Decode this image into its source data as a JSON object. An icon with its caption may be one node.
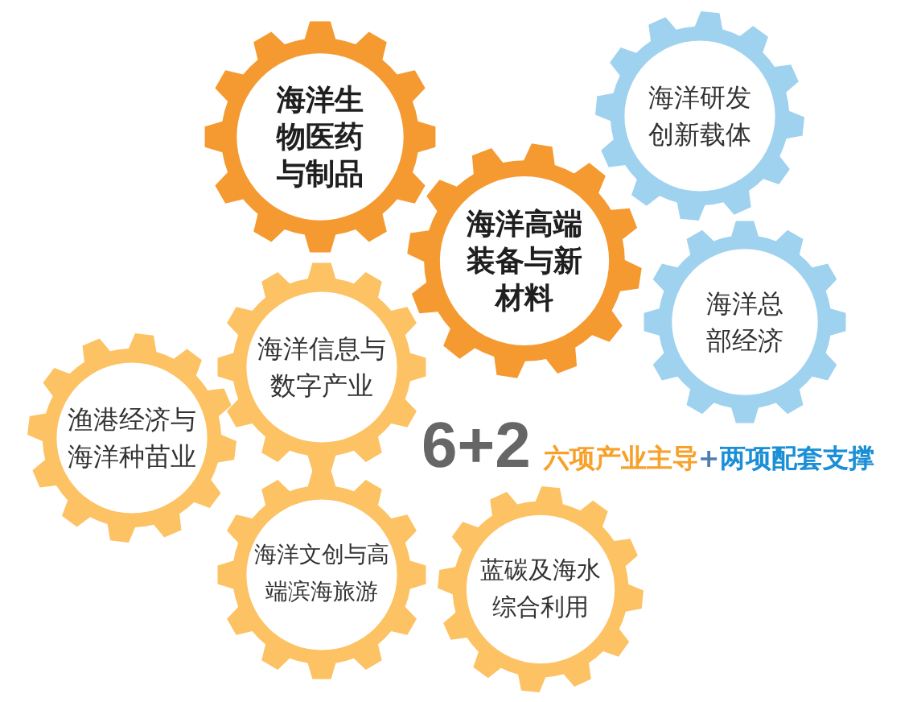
{
  "diagram": {
    "nodes": [
      {
        "text": [
          "海洋生物医药与制品"
        ]
      },
      {
        "text": [
          "海洋研发创新载体"
        ]
      },
      {
        "text": [
          "海洋高端装备与新材料"
        ]
      },
      {
        "text": [
          "海洋总部经济"
        ]
      },
      {
        "text": [
          "海洋信息与数字产业"
        ]
      },
      {
        "text": [
          "渔港经济与海洋种苗业"
        ]
      },
      {
        "text": [
          "海洋文创与高端滨海旅游"
        ]
      },
      {
        "text": [
          "蓝碳及海水综合利用"
        ]
      }
    ],
    "labels": [
      "6+2",
      "六项产业主导",
      "+",
      "两项配套支撑"
    ]
  }
}
